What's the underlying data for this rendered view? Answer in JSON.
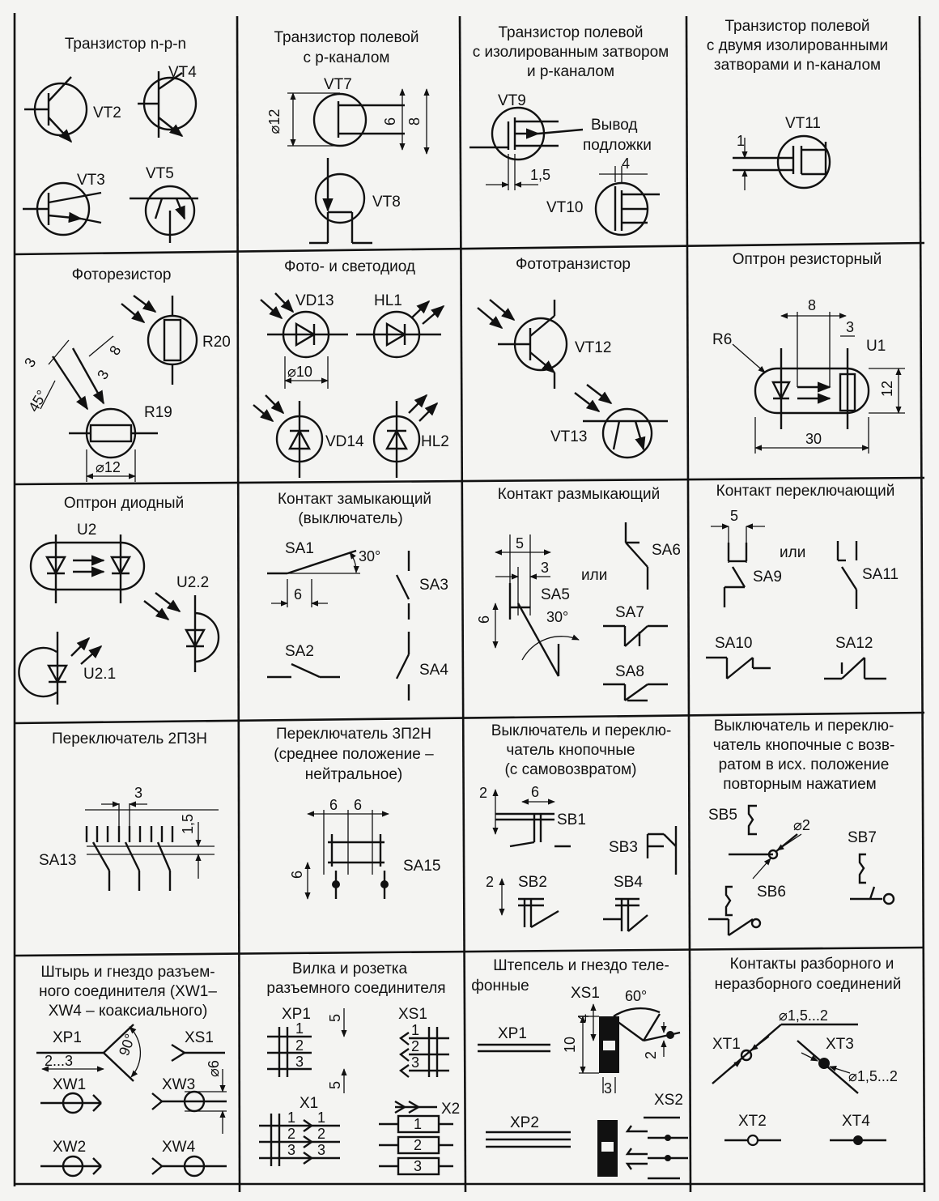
{
  "cells": {
    "npn": {
      "title": "Транзистор n-p-n",
      "labels": [
        "VT2",
        "VT4",
        "VT3",
        "VT5"
      ]
    },
    "fet_p": {
      "title": [
        "Транзистор полевой",
        "с р-каналом"
      ],
      "labels": [
        "VT7",
        "VT8"
      ],
      "dims": [
        "⌀12",
        "6",
        "8"
      ]
    },
    "fet_iso": {
      "title": [
        "Транзистор полевой",
        "с изолированным затвором",
        "и р-каналом"
      ],
      "labels": [
        "VT9",
        "VT10"
      ],
      "note": [
        "Вывод",
        "подложки"
      ],
      "dims": [
        "1,5",
        "4"
      ]
    },
    "fet_two": {
      "title": [
        "Транзистор полевой",
        "с двумя изолированными",
        "затворами и n-каналом"
      ],
      "labels": [
        "VT11"
      ],
      "dims": [
        "1"
      ]
    },
    "photoresistor": {
      "title": "Фоторезистор",
      "labels": [
        "R20",
        "R19"
      ],
      "dims": [
        "3",
        "8",
        "3",
        "45°",
        "⌀12"
      ]
    },
    "photodiode": {
      "title": "Фото- и светодиод",
      "labels": [
        "VD13",
        "HL1",
        "VD14",
        "HL2"
      ],
      "dims": [
        "⌀10"
      ]
    },
    "phototransistor": {
      "title": "Фототранзистор",
      "labels": [
        "VT12",
        "VT13"
      ]
    },
    "opto_res": {
      "title": "Оптрон резисторный",
      "labels": [
        "R6",
        "U1"
      ],
      "dims": [
        "8",
        "3",
        "12",
        "30"
      ]
    },
    "opto_diode": {
      "title": "Оптрон диодный",
      "labels": [
        "U2",
        "U2.2",
        "U2.1"
      ]
    },
    "contact_make": {
      "title": [
        "Контакт замыкающий",
        "(выключатель)"
      ],
      "labels": [
        "SA1",
        "SA3",
        "SA2",
        "SA4"
      ],
      "dims": [
        "30°",
        "6"
      ]
    },
    "contact_break": {
      "title": "Контакт размыкающий",
      "labels": [
        "SA6",
        "SA5",
        "SA7",
        "SA8"
      ],
      "or": "или",
      "dims": [
        "5",
        "3",
        "6",
        "30°"
      ]
    },
    "contact_switch": {
      "title": "Контакт переключающий",
      "labels": [
        "SA9",
        "SA11",
        "SA10",
        "SA12"
      ],
      "or": "или",
      "dims": [
        "5"
      ]
    },
    "sw_2p3n": {
      "title": "Переключатель 2П3Н",
      "labels": [
        "SA13"
      ],
      "dims": [
        "3",
        "1,5"
      ]
    },
    "sw_3p2n": {
      "title": [
        "Переключатель 3П2Н",
        "(среднее  положение –",
        "нейтральное)"
      ],
      "labels": [
        "SA15"
      ],
      "dims": [
        "6",
        "6",
        "6"
      ]
    },
    "button_self": {
      "title": [
        "Выключатель и переклю-",
        "чатель кнопочные",
        "(с самовозвратом)"
      ],
      "labels": [
        "SB1",
        "SB3",
        "SB2",
        "SB4"
      ],
      "dims": [
        "2",
        "6",
        "2"
      ]
    },
    "button_return": {
      "title": [
        "Выключатель и переклю-",
        "чатель кнопочные с возв-",
        "ратом в исх. положение",
        "повторным нажатием"
      ],
      "labels": [
        "SB5",
        "SB7",
        "SB6"
      ],
      "dims": [
        "⌀2"
      ]
    },
    "pin_socket": {
      "title": [
        "Штырь и гнездо разъем-",
        "ного соединителя (XW1–",
        "XW4 – коаксиального)"
      ],
      "labels": [
        "XP1",
        "XS1",
        "XW1",
        "XW3",
        "XW2",
        "XW4"
      ],
      "dims": [
        "2...3",
        "90°",
        "⌀6"
      ]
    },
    "plug_socket": {
      "title": [
        "Вилка и розетка",
        "разъемного соединителя"
      ],
      "labels": [
        "XP1",
        "XS1",
        "X1",
        "X2"
      ],
      "pins": [
        "1",
        "2",
        "3"
      ],
      "dims": [
        "5",
        "5"
      ]
    },
    "phone_plug": {
      "title": [
        "Штепсель и гнездо теле-",
        "фонные"
      ],
      "labels": [
        "XP1",
        "XS1",
        "XP2",
        "XS2"
      ],
      "dims": [
        "4",
        "10",
        "60°",
        "2",
        "3"
      ]
    },
    "terminals": {
      "title": [
        "Контакты разборного и",
        "неразборного соединений"
      ],
      "labels": [
        "XT1",
        "XT3",
        "XT2",
        "XT4"
      ],
      "dims": [
        "⌀1,5...2",
        "⌀1,5...2"
      ]
    }
  }
}
